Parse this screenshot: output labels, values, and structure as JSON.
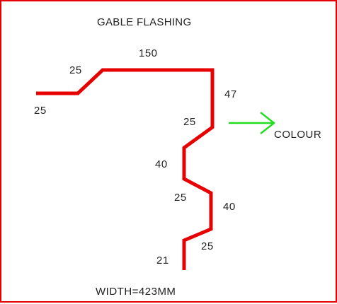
{
  "title": "GABLE FLASHING",
  "dimensions": {
    "d1": "25",
    "d2": "25",
    "d3": "150",
    "d4": "47",
    "d5": "25",
    "d6": "40",
    "d7": "25",
    "d8": "40",
    "d9": "25",
    "d10": "21"
  },
  "colour_label": "COLOUR",
  "width_label": "WIDTH=423MM",
  "colors": {
    "border": "#e60000",
    "profile": "#e60000",
    "arrow": "#22dd22",
    "text": "#222222"
  }
}
